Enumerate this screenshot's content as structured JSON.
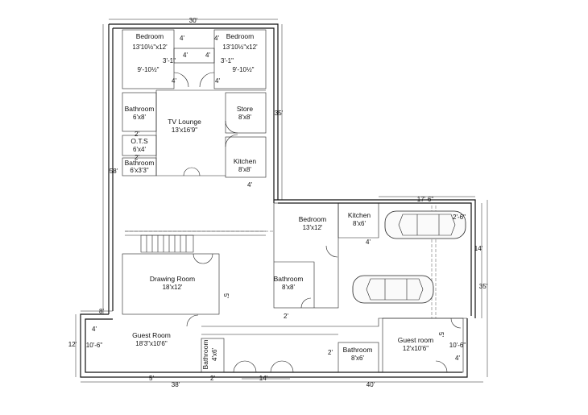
{
  "rooms": {
    "bedroom_left": {
      "name": "Bedroom",
      "size": "13'10½\"x12'"
    },
    "bedroom_right": {
      "name": "Bedroom",
      "size": "13'10½\"x12'"
    },
    "bathroom_top": {
      "name": "Bathroom",
      "size": "6'x8'"
    },
    "tv_lounge": {
      "name": "TV Lounge",
      "size": "13'x16'9\""
    },
    "store": {
      "name": "Store",
      "size": "8'x8'"
    },
    "ots": {
      "name": "O.T.S",
      "size": "6'x4'"
    },
    "bathroom_small": {
      "name": "Bathroom",
      "size": "6'x3'3\""
    },
    "kitchen_top": {
      "name": "Kitchen",
      "size": "8'x8'"
    },
    "bedroom_right_wing": {
      "name": "Bedroom",
      "size": "13'x12'"
    },
    "kitchen_right": {
      "name": "Kitchen",
      "size": "8'x6'"
    },
    "bathroom_right": {
      "name": "Bathroom",
      "size": "8'x8'"
    },
    "drawing_room": {
      "name": "Drawing Room",
      "size": "18'x12'"
    },
    "guest_room_left": {
      "name": "Guest Room",
      "size": "18'3\"x10'6\""
    },
    "bathroom_vertical": {
      "name": "Bathroom",
      "size": "4'x6'"
    },
    "bathroom_bottom": {
      "name": "Bathroom",
      "size": "8'x6'"
    },
    "guest_room_right": {
      "name": "Guest room",
      "size": "12'x10'6\""
    }
  },
  "dimensions": {
    "top_width": "30'",
    "left_height": "58'",
    "mid_height": "35'",
    "bottom_left": "38'",
    "bottom_right": "40'",
    "garage_width": "17'-6\"",
    "garage_height": "14'",
    "right_height": "35'",
    "left_ext_width": "8'",
    "left_ext_height": "12'",
    "door_14": "14'",
    "wc_2_bottom": "2'",
    "bath_4_bottom": "5'",
    "bed_4_top_l": "4'",
    "bed_4_top_r": "4'",
    "corridor_4_a": "4'",
    "corridor_4_b": "4'",
    "bed_3_1_l": "3'-1\"",
    "bed_3_1_r": "3'-1\"",
    "bed_9_l": "9'-10½\"",
    "bed_9_r": "9'-10½\"",
    "bed_4_low_l": "4'",
    "bed_4_low_r": "4'",
    "bath_2_a": "2'",
    "bath_2_b": "2'",
    "kitchen_4": "4'",
    "kitchen_r_4": "4'",
    "bath_r_2": "2'",
    "drawing_5": "5'",
    "guest_4": "4'",
    "guest_10_6": "10'-6\"",
    "wc_2_side": "2'",
    "gr_5": "5'",
    "gr_10_6": "10'-6\"",
    "gr_4": "4'",
    "car_2_6": "2'-6\""
  }
}
